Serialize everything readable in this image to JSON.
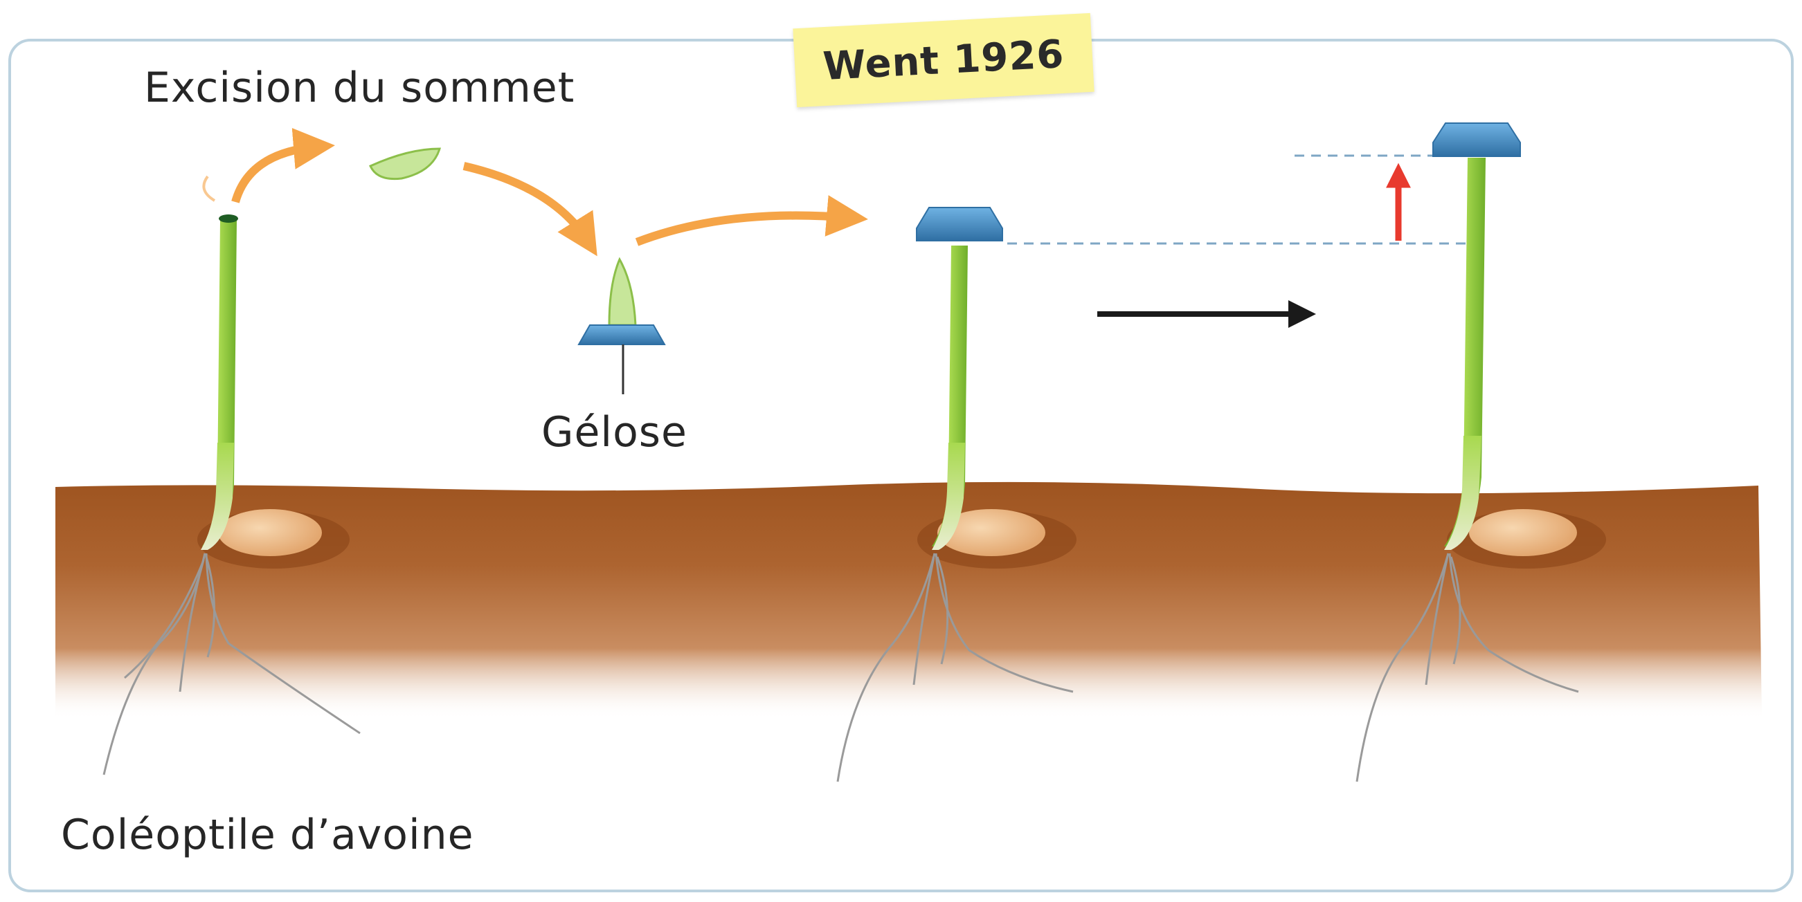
{
  "title": "Went 1926",
  "labels": {
    "excision": "Excision du sommet",
    "agar": "Gélose",
    "coleoptile": "Coléoptile d’avoine"
  },
  "colors": {
    "frame_border": "#bcd2df",
    "soil_top": "#a65a26",
    "soil_mid": "#b56f3b",
    "soil_bottom": "#e8c9b0",
    "stem_green": "#8cc63f",
    "agar_blue": "#4a8fc4",
    "orange_arrow": "#f5a447",
    "red_arrow": "#e83a2e",
    "black_arrow": "#1a1a1a",
    "title_tag": "#fbf49a"
  }
}
